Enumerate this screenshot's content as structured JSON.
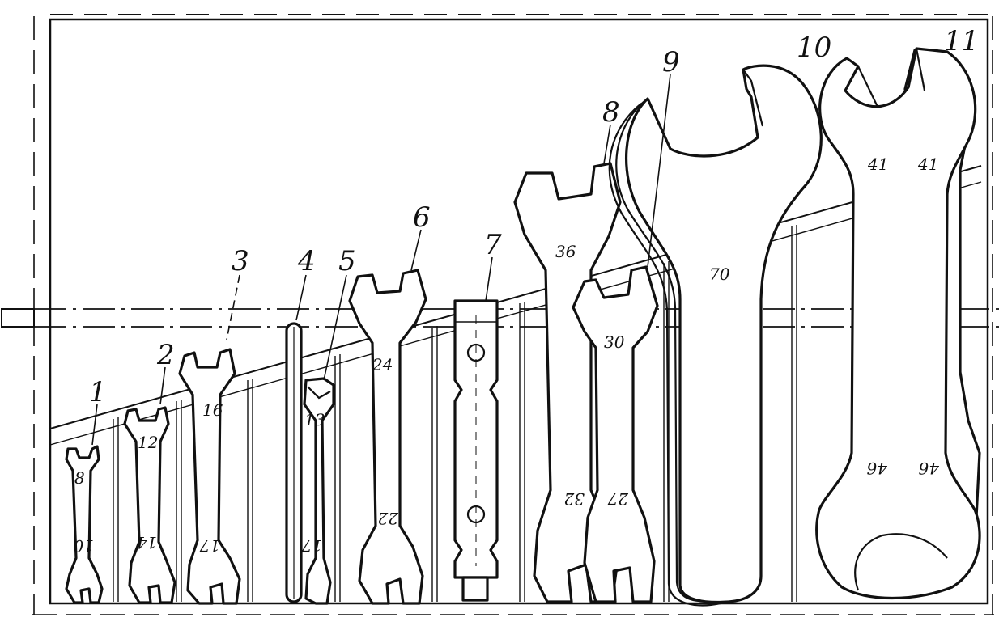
{
  "diagram": {
    "part_numbers": [
      "1",
      "2",
      "3",
      "4",
      "5",
      "6",
      "7",
      "8",
      "9",
      "10",
      "11"
    ],
    "wrench_sizes": [
      {
        "top": "8",
        "bottom": "10"
      },
      {
        "top": "12",
        "bottom": "14"
      },
      {
        "top": "16",
        "bottom": "17"
      },
      {
        "top": "13",
        "bottom": "17"
      },
      {
        "top": "24",
        "bottom": "22"
      },
      {
        "top": "36",
        "bottom": "32"
      },
      {
        "top": "30",
        "bottom": "27"
      },
      {
        "single": "70"
      },
      {
        "top": "41",
        "bottom": "46"
      },
      {
        "top": "41",
        "bottom": "46"
      }
    ],
    "colors": {
      "ink": "#111111",
      "paper": "#ffffff"
    }
  }
}
